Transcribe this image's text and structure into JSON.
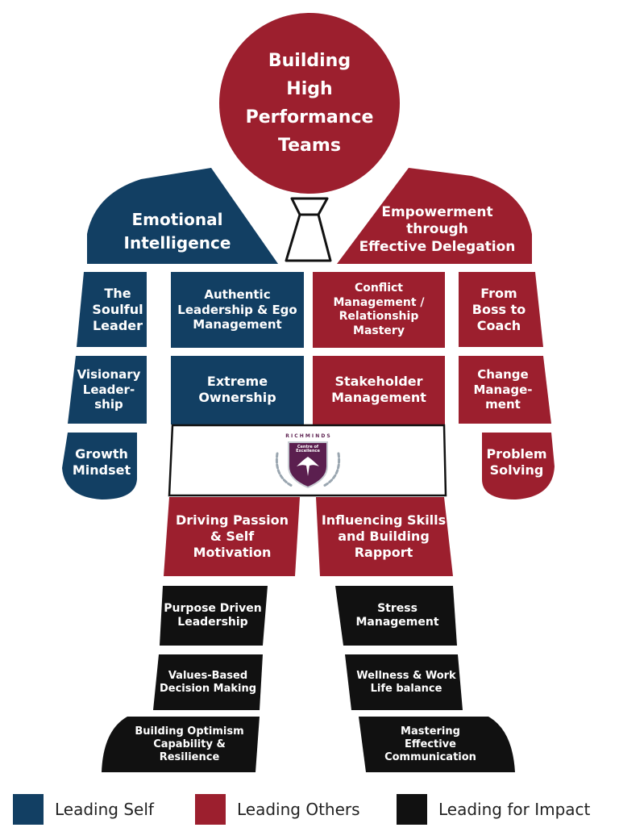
{
  "colors": {
    "leading_self": "#123f63",
    "leading_others": "#9c1f2e",
    "leading_impact": "#111111",
    "white": "#ffffff"
  },
  "head": {
    "title": "Building\nHigh\nPerformance\nTeams"
  },
  "shoulders": {
    "left": "Emotional\nIntelligence",
    "right": "Empowerment\nthrough\nEffective Delegation"
  },
  "torso": {
    "authentic": "Authentic\nLeadership & Ego\nManagement",
    "conflict": "Conflict\nManagement /\nRelationship\nMastery",
    "extreme": "Extreme\nOwnership",
    "stakeholder": "Stakeholder\nManagement"
  },
  "arms": {
    "soulful": "The\nSoulful\nLeader",
    "visionary": "Visionary\nLeader-\nship",
    "growth": "Growth\nMindset",
    "boss": "From\nBoss to\nCoach",
    "change": "Change\nManage-\nment",
    "problem": "Problem\nSolving"
  },
  "belt": {
    "logo_top": "R I C H   M I N D S",
    "logo_mid": "Centre of\nExcellence",
    "logo_icon": "eagle-crest-icon"
  },
  "legs": {
    "passion": "Driving Passion\n& Self\nMotivation",
    "influencing": "Influencing Skills\nand Building\nRapport",
    "purpose": "Purpose Driven\nLeadership",
    "stress": "Stress\nManagement",
    "values": "Values-Based\nDecision Making",
    "wellness": "Wellness & Work\nLife balance",
    "optimism": "Building Optimism\nCapability &\nResilience",
    "communication": "Mastering\nEffective\nCommunication"
  },
  "legend": {
    "self": "Leading Self",
    "others": "Leading Others",
    "impact": "Leading for Impact"
  }
}
